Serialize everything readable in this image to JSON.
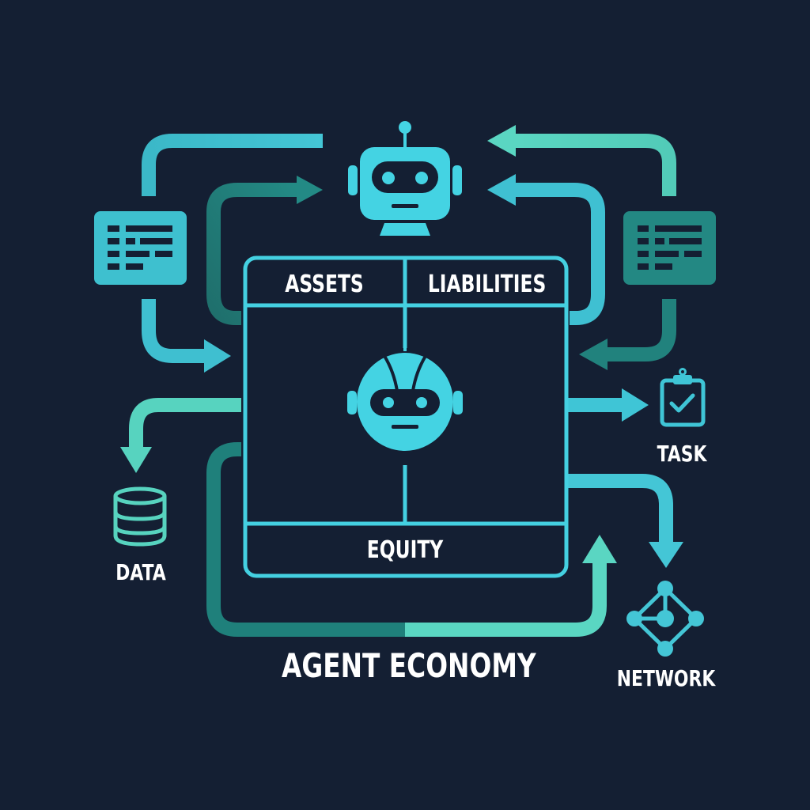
{
  "title": "AGENT ECONOMY",
  "balance_sheet": {
    "assets_label": "ASSETS",
    "liabilities_label": "LIABILITIES",
    "equity_label": "EQUITY"
  },
  "nodes": {
    "task": {
      "label": "TASK",
      "icon": "clipboard-check-icon"
    },
    "data": {
      "label": "DATA",
      "icon": "database-icon"
    },
    "network": {
      "label": "NETWORK",
      "icon": "network-icon"
    },
    "agent_top": {
      "icon": "robot-icon"
    },
    "agent_center": {
      "icon": "robot-head-icon"
    },
    "ledger_left": {
      "icon": "document-list-icon"
    },
    "ledger_right": {
      "icon": "document-list-icon"
    }
  },
  "colors": {
    "background": "#141f33",
    "cyan": "#3fc5d6",
    "cyan_bright": "#44d3e3",
    "mint": "#56d1bd",
    "teal_dark": "#1f7f7a",
    "text": "#ffffff"
  }
}
